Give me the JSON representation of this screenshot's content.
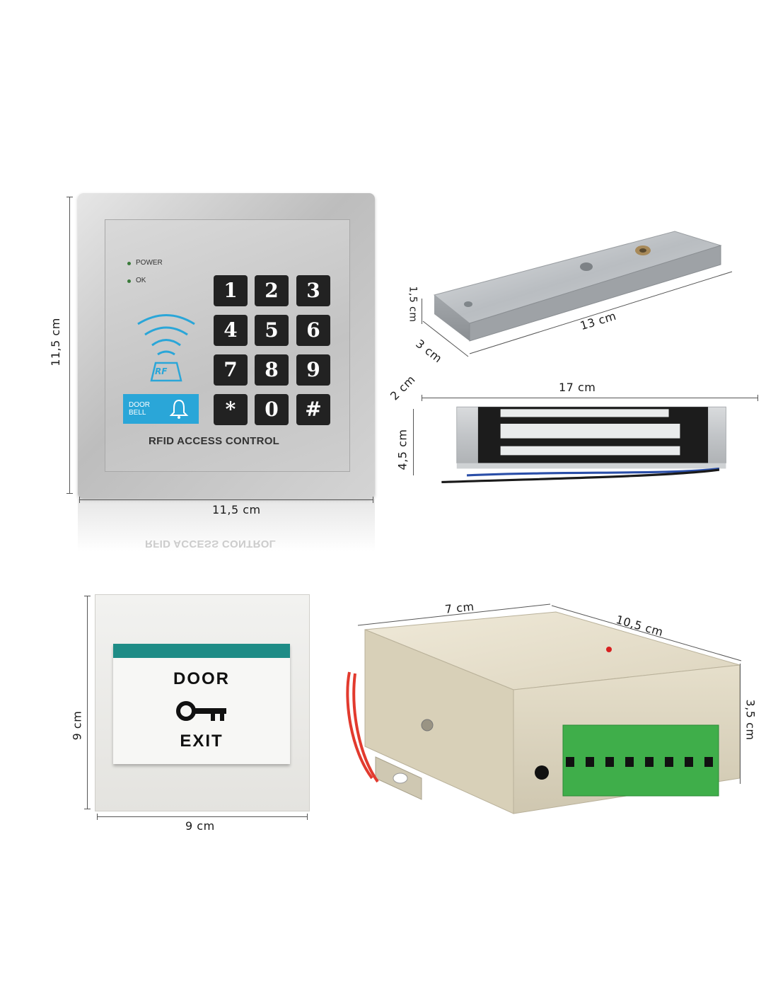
{
  "keypad": {
    "led_power_label": "POWER",
    "led_ok_label": "OK",
    "keys": [
      "1",
      "2",
      "3",
      "4",
      "5",
      "6",
      "7",
      "8",
      "9",
      "*",
      "0",
      "#"
    ],
    "rf_label": "RF",
    "doorbell_line1": "DOOR",
    "doorbell_line2": "BELL",
    "panel_title": "RFID ACCESS CONTROL",
    "reflection_text": "RFID ACCESS CONTROL",
    "height_dim": "11,5 cm",
    "width_dim": "11,5 cm"
  },
  "plate": {
    "height_dim": "1,5 cm",
    "depth_dim": "3 cm",
    "length_dim": "13 cm"
  },
  "magnet": {
    "length_dim": "17 cm",
    "depth_dim": "2 cm",
    "height_dim": "4,5 cm"
  },
  "exit_button": {
    "word_top": "DOOR",
    "word_bottom": "EXIT",
    "height_dim": "9 cm",
    "width_dim": "9 cm"
  },
  "controller": {
    "width_dim": "7 cm",
    "length_dim": "10,5 cm",
    "height_dim": "3,5 cm"
  },
  "colors": {
    "doorbell_blue": "#2aa6d8",
    "rf_blue": "#2aa6d8",
    "exit_strip_teal": "#1e8c86",
    "terminal_green": "#3fae4a",
    "wire_red": "#e23a2e"
  }
}
